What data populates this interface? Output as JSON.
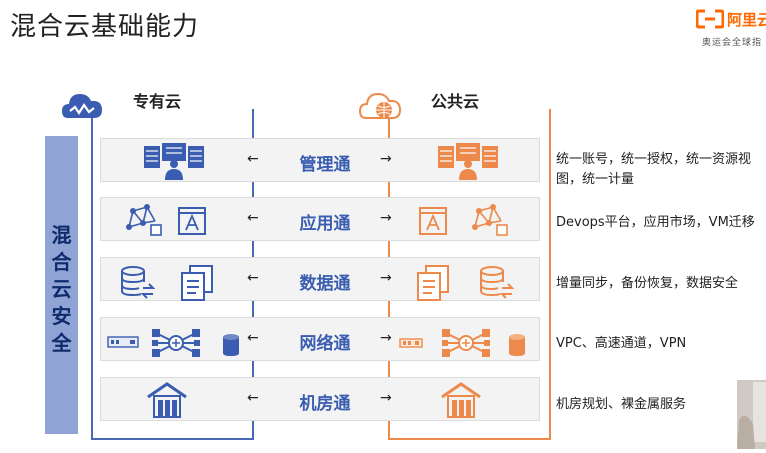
{
  "title": "混合云基础能力",
  "logo": {
    "name": "阿里云",
    "tagline": "奥运会全球指"
  },
  "side_label": [
    "混",
    "合",
    "云",
    "安",
    "全"
  ],
  "columns": {
    "private": "专有云",
    "public": "公共云"
  },
  "rows": [
    {
      "label": "管理通",
      "desc": [
        "统一账号，统一授权，统一资源视",
        "图，统一计量"
      ]
    },
    {
      "label": "应用通",
      "desc": [
        "Devops平台，应用市场，VM迁移"
      ]
    },
    {
      "label": "数据通",
      "desc": [
        "增量同步，备份恢复，数据安全"
      ]
    },
    {
      "label": "网络通",
      "desc": [
        "VPC、高速通道，VPN"
      ]
    },
    {
      "label": "机房通",
      "desc": [
        "机房规划、裸金属服务"
      ]
    }
  ],
  "colors": {
    "private": "#3a5db1",
    "public": "#ed8a4b",
    "side": "#8fa3d4"
  }
}
